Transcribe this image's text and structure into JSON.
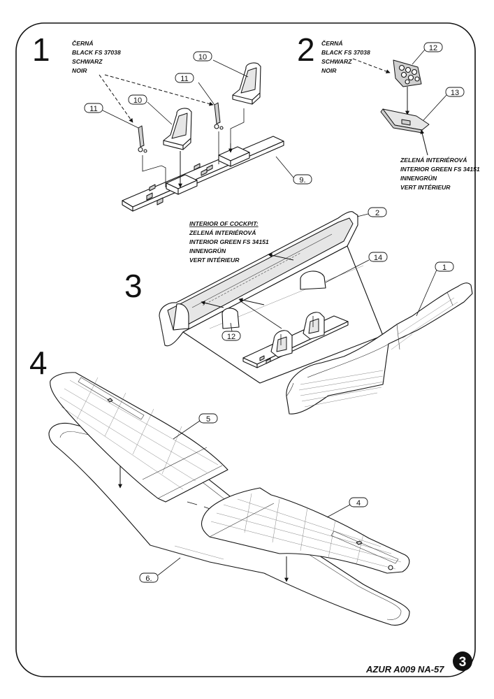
{
  "steps": [
    {
      "number": "1"
    },
    {
      "number": "2"
    },
    {
      "number": "3"
    },
    {
      "number": "4"
    }
  ],
  "notes": {
    "step1_color": [
      "ČERNÁ",
      "BLACK FS 37038",
      "SCHWARZ",
      "NOIR"
    ],
    "step2_color": [
      "ČERNÁ",
      "BLACK FS 37038",
      "SCHWARZ",
      "NOIR"
    ],
    "step2_green": [
      "ZELENÁ INTERIÉROVÁ",
      "INTERIOR GREEN FS 34151",
      "INNENGRÜN",
      "VERT INTÉRIEUR"
    ],
    "step3_cockpit": [
      "INTERIOR OF COCKPIT:",
      "ZELENÁ INTERIÉROVÁ",
      "INTERIOR GREEN FS 34151",
      "INNENGRÜN",
      "VERT INTÉRIEUR"
    ]
  },
  "parts": {
    "p10a": "10",
    "p10b": "10",
    "p11a": "11",
    "p11b": "11",
    "p9": "9.",
    "p12a": "12",
    "p13": "13",
    "p2": "2",
    "p14": "14",
    "p1": "1",
    "p12b": "12",
    "p5": "5",
    "p4": "4",
    "p6": "6."
  },
  "footer": {
    "title": "AZUR A009 NA-57",
    "page_number": "3"
  }
}
